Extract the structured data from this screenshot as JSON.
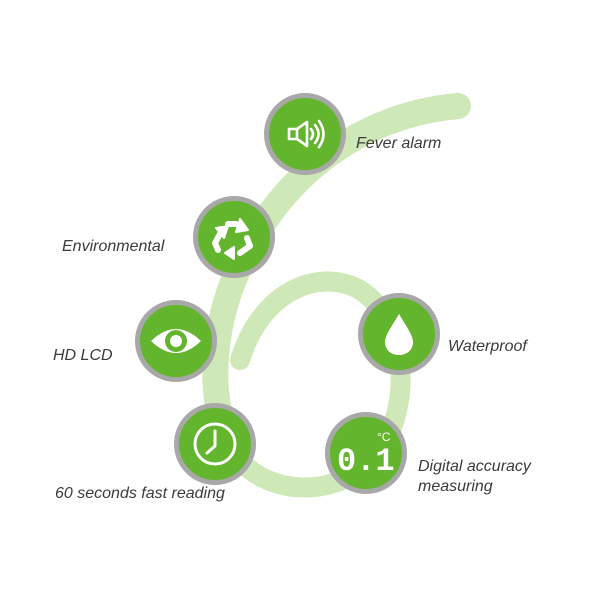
{
  "features": {
    "fever_alarm": {
      "label": "Fever alarm",
      "icon": "speaker-icon"
    },
    "environmental": {
      "label": "Environmental",
      "icon": "recycle-icon"
    },
    "hd_lcd": {
      "label": "HD LCD",
      "icon": "eye-icon"
    },
    "waterproof": {
      "label": "Waterproof",
      "icon": "water-drop-icon"
    },
    "fast_reading": {
      "label": "60 seconds fast reading",
      "icon": "clock-icon"
    },
    "digital_accuracy": {
      "label_line1": "Digital accuracy",
      "label_line2": "measuring",
      "icon": "thermometer-display-icon",
      "display_value": "0.1",
      "display_unit": "°C"
    }
  },
  "colors": {
    "icon_fill": "#63b52e",
    "icon_ring": "#a8a8a8",
    "six_shape": "#cfe8b7",
    "label_text": "#3b3b3b"
  }
}
